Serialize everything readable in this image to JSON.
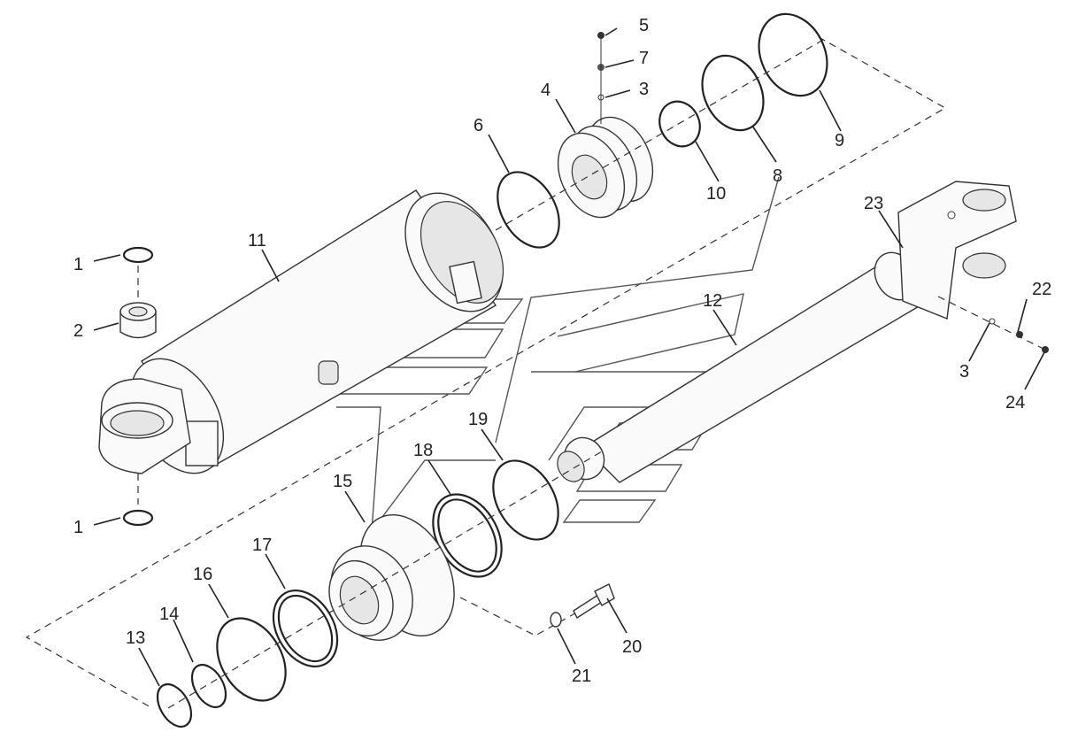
{
  "diagram": {
    "labels": {
      "l1a": "1",
      "l1b": "1",
      "l2": "2",
      "l3a": "3",
      "l3b": "3",
      "l4": "4",
      "l5": "5",
      "l6": "6",
      "l7": "7",
      "l8": "8",
      "l9": "9",
      "l10": "10",
      "l11": "11",
      "l12": "12",
      "l13": "13",
      "l14": "14",
      "l15": "15",
      "l16": "16",
      "l17": "17",
      "l18": "18",
      "l19": "19",
      "l20": "20",
      "l21": "21",
      "l22": "22",
      "l23": "23",
      "l24": "24"
    }
  }
}
